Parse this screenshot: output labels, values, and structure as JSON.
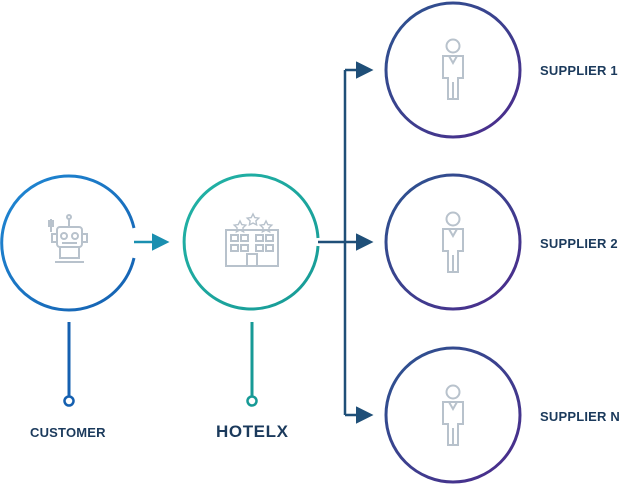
{
  "nodes": {
    "customer": {
      "label": "CUSTOMER",
      "icon": "robot-icon"
    },
    "hotelx": {
      "label": "HOTELX",
      "icon": "hotel-building-icon"
    },
    "suppliers": [
      {
        "label": "SUPPLIER 1",
        "icon": "person-icon"
      },
      {
        "label": "SUPPLIER 2",
        "icon": "person-icon"
      },
      {
        "label": "SUPPLIER N",
        "icon": "person-icon"
      }
    ]
  },
  "colors": {
    "customer_ring": "#1b75c8",
    "hotelx_ring": "#1fa9a0",
    "supplier_ring_start": "#2b4f8c",
    "supplier_ring_end": "#4b2a8a",
    "connector": "#1f4f78",
    "icon_stroke": "#b8c2cc",
    "label_text": "#1b3a5c"
  }
}
